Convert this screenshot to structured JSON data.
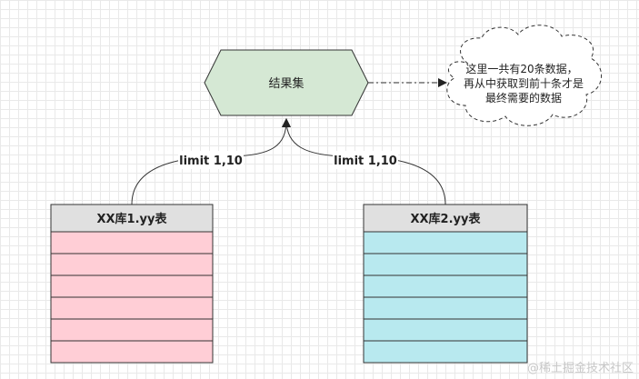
{
  "result_node": {
    "label": "结果集",
    "fill": "#d5e8d4"
  },
  "note": {
    "lines": [
      "这里一共有20条数据，",
      "再从中获取到前十条才是",
      "最终需要的数据"
    ]
  },
  "edges": {
    "left_label": "limit 1,10",
    "right_label": "limit 1,10"
  },
  "tables": [
    {
      "title": "XX库1.yy表",
      "row_color": "#ffced6",
      "row_count": 6
    },
    {
      "title": "XX库2.yy表",
      "row_color": "#b8e9ef",
      "row_count": 6
    }
  ],
  "colors": {
    "header": "#e0e0e0",
    "stroke": "#333333"
  },
  "watermark": "@稀土掘金技术社区"
}
